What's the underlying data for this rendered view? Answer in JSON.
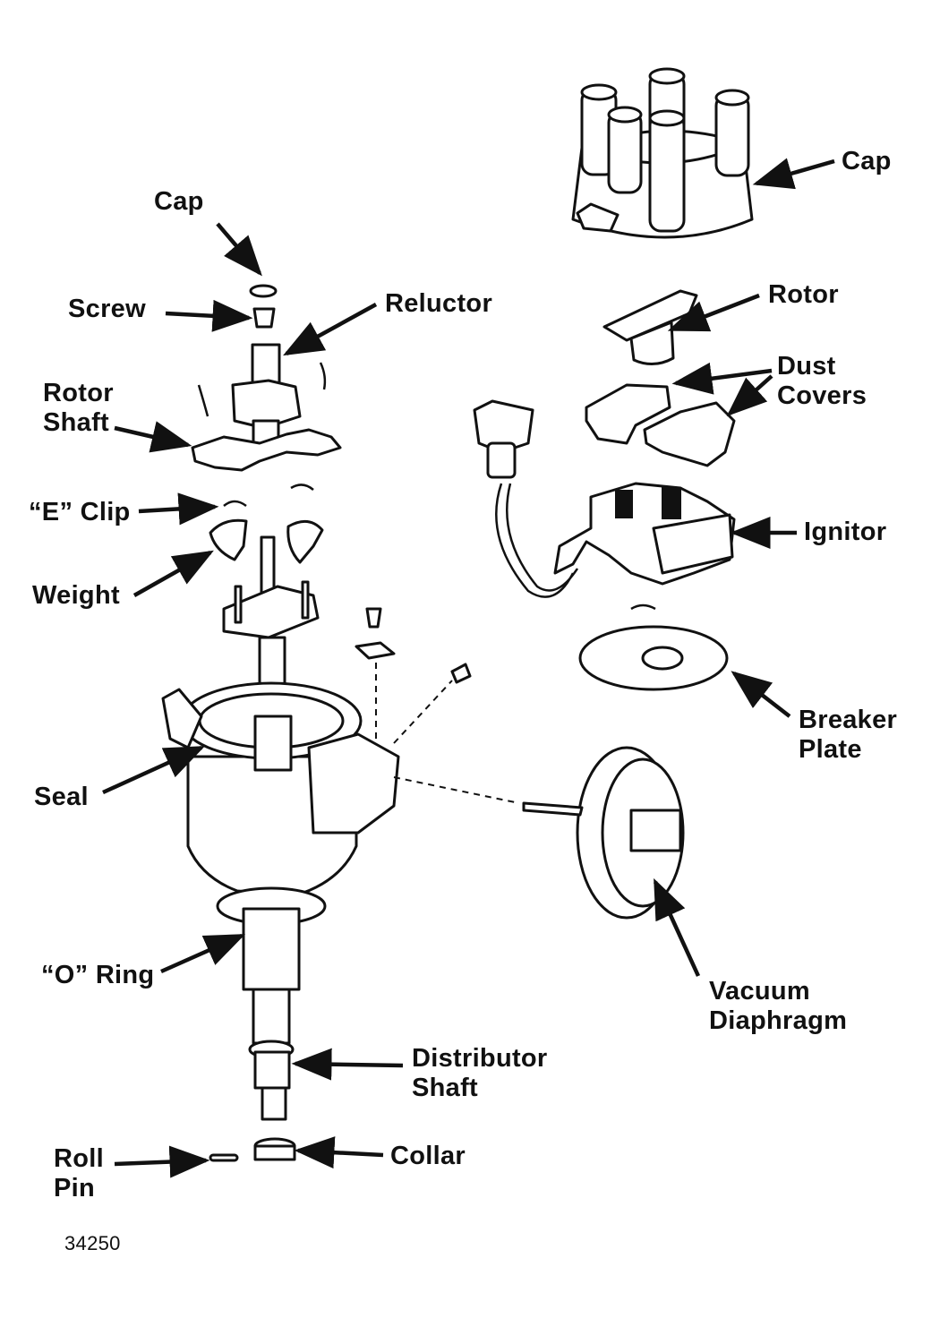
{
  "labels": {
    "cap_top": "Cap",
    "cap_small": "Cap",
    "screw": "Screw",
    "reluctor": "Reluctor",
    "rotor": "Rotor",
    "rotor_shaft_1": "Rotor",
    "rotor_shaft_2": "Shaft",
    "dust_1": "Dust",
    "dust_2": "Covers",
    "e_clip": "“E” Clip",
    "ignitor": "Ignitor",
    "weight": "Weight",
    "breaker_1": "Breaker",
    "breaker_2": "Plate",
    "seal": "Seal",
    "o_ring": "“O” Ring",
    "vacuum_1": "Vacuum",
    "vacuum_2": "Diaphragm",
    "dist_1": "Distributor",
    "dist_2": "Shaft",
    "collar": "Collar",
    "roll_1": "Roll",
    "roll_2": "Pin",
    "figure_number": "34250"
  }
}
